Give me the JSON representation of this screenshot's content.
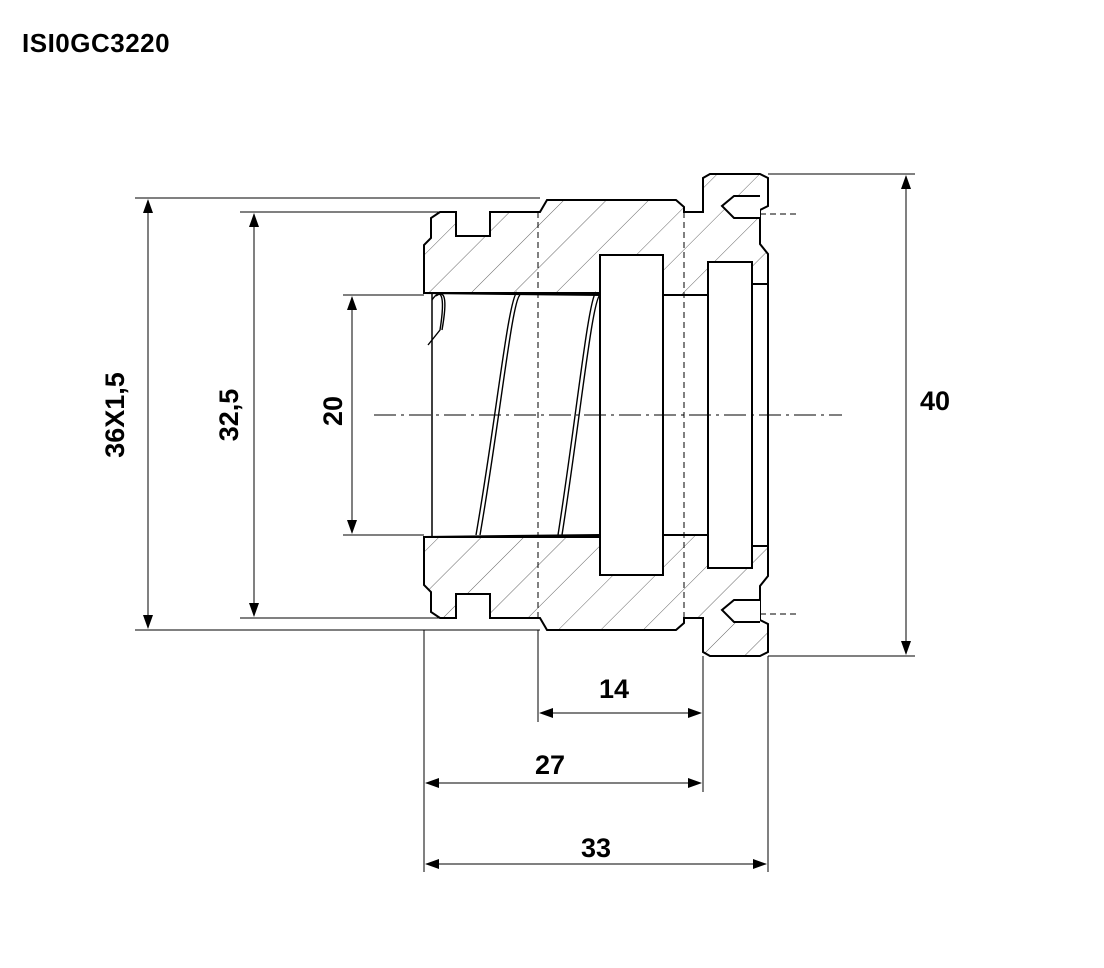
{
  "title": "ISI0GC3220",
  "dimensions": {
    "thread": "36X1,5",
    "d_outer": "32,5",
    "d_bore": "20",
    "d_flange": "40",
    "len_14": "14",
    "len_27": "27",
    "len_33": "33"
  },
  "colors": {
    "line": "#000000",
    "hatch": "#555555",
    "dim": "#000000"
  }
}
